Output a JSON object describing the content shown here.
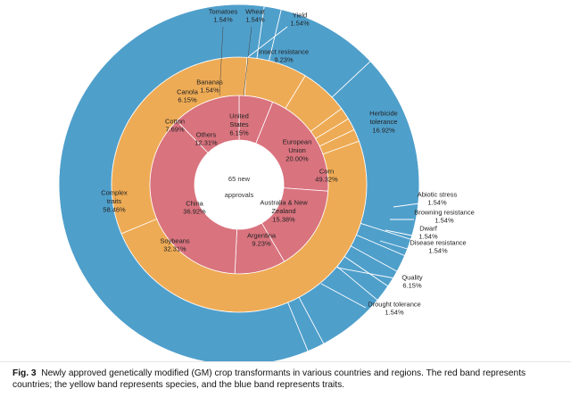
{
  "chart_data": {
    "type": "sunburst",
    "center_label_lines": [
      "65 new",
      "approvals"
    ],
    "colors": {
      "countries": "#d9737e",
      "species": "#eeab55",
      "traits": "#4f9fcb",
      "divider": "#ffffff"
    },
    "rings": [
      {
        "name": "countries",
        "items": [
          {
            "lines": [
              "United",
              "States",
              "6.15%"
            ],
            "value": 6.15
          },
          {
            "lines": [
              "European",
              "Union",
              "20.00%"
            ],
            "value": 20.0
          },
          {
            "lines": [
              "Australia & New",
              "Zealand",
              "15.38%"
            ],
            "value": 15.38
          },
          {
            "lines": [
              "Argentina",
              "9.23%"
            ],
            "value": 9.23
          },
          {
            "lines": [
              "China",
              "36.92%"
            ],
            "value": 36.92
          },
          {
            "lines": [
              "Others",
              "12.31%"
            ],
            "value": 12.31
          }
        ]
      },
      {
        "name": "species",
        "items": [
          {
            "lines": [
              "Corn",
              "49.32%"
            ],
            "value": 49.32
          },
          {
            "lines": [
              "Soybeans",
              "32.31%"
            ],
            "value": 32.31
          },
          {
            "lines": [
              "Cotton",
              "7.69%"
            ],
            "value": 7.69
          },
          {
            "lines": [
              "Canola",
              "6.15%"
            ],
            "value": 6.15
          },
          {
            "lines": [
              "Bananas",
              "1.54%"
            ],
            "value": 1.54
          },
          {
            "lines": [
              "Tomatoes",
              "1.54%"
            ],
            "value": 1.54
          },
          {
            "lines": [
              "Wheat",
              "1.54%"
            ],
            "value": 1.54
          }
        ]
      },
      {
        "name": "traits",
        "items": [
          {
            "lines": [
              "Yield",
              "1.54%"
            ],
            "value": 1.54
          },
          {
            "lines": [
              "Insect resistance",
              "9.23%"
            ],
            "value": 9.23
          },
          {
            "lines": [
              "Herbicide",
              "tolerance",
              "16.92%"
            ],
            "value": 16.92
          },
          {
            "lines": [
              "Abiotic stress",
              "1.54%"
            ],
            "value": 1.54
          },
          {
            "lines": [
              "Browning resistance",
              "1.54%"
            ],
            "value": 1.54
          },
          {
            "lines": [
              "Dwarf",
              "1.54%"
            ],
            "value": 1.54
          },
          {
            "lines": [
              "Disease resistance",
              "1.54%"
            ],
            "value": 1.54
          },
          {
            "lines": [
              "Quality",
              "6.15%"
            ],
            "value": 6.15
          },
          {
            "lines": [
              "Drought tolerance",
              "1.54%"
            ],
            "value": 1.54
          },
          {
            "lines": [
              "Complex",
              "traits",
              "58.46%"
            ],
            "value": 58.46
          }
        ]
      }
    ]
  },
  "caption": {
    "fig_label": "Fig. 3",
    "line1": "Newly approved genetically modified (GM) crop transformants in various countries and regions.  The red band represents",
    "line2": "countries; the yellow band represents species, and the blue band represents traits."
  }
}
